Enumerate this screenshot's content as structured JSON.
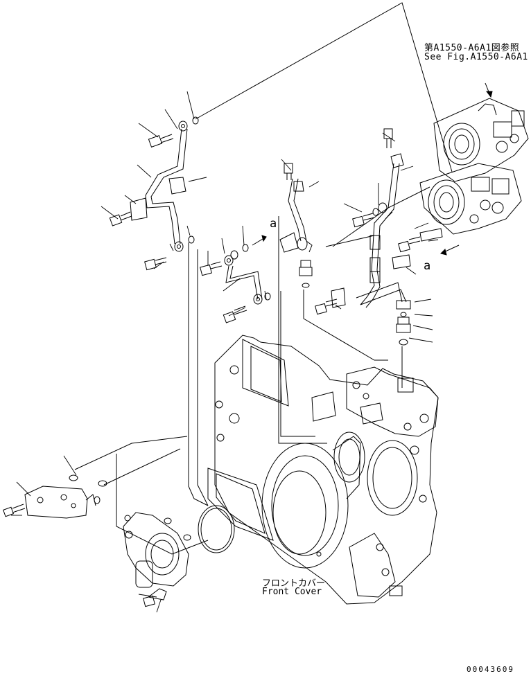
{
  "reference_note": {
    "japanese": "第A1550-A6A1図参照",
    "english": "See Fig.A1550-A6A1"
  },
  "front_cover_label": {
    "japanese": "フロントカバー",
    "english": "Front Cover"
  },
  "view_marks": [
    "a",
    "a"
  ],
  "drawing_code": "00043609",
  "colors": {
    "line": "#000000",
    "background": "#ffffff"
  }
}
